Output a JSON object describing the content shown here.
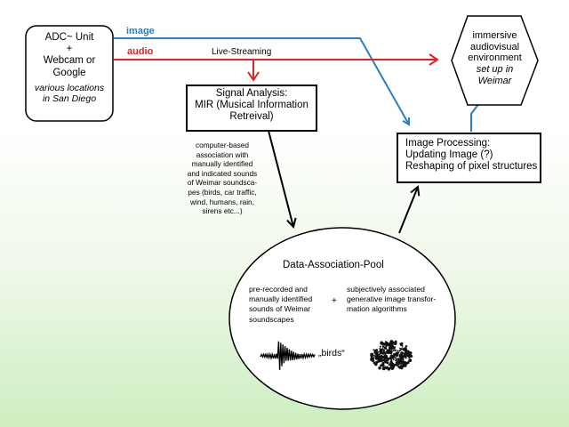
{
  "source": {
    "lines": [
      "ADC~ Unit",
      "+",
      "Webcam or",
      "Google"
    ],
    "locations": [
      "various locations",
      "in San Diego"
    ]
  },
  "channels": {
    "image": "image",
    "audio": "audio",
    "streaming": "Live-Streaming",
    "image_color": "#2a7fc0",
    "audio_color": "#e02424"
  },
  "signal_analysis": {
    "lines": [
      "Signal Analysis:",
      "MIR (Musical Information",
      "Retreival)"
    ]
  },
  "environment": {
    "lines": [
      "immersive",
      "audiovisual",
      "environment"
    ],
    "italic": [
      "set up in",
      "Weimar"
    ]
  },
  "image_processing": {
    "lines": [
      "Image Processing:",
      "Updating Image (?)",
      "Reshaping of pixel structures"
    ]
  },
  "association_note": {
    "lines": [
      "computer-based",
      "association with",
      "manually identified",
      "and indicated sounds",
      "of Weimar soundsca-",
      "pes (birds, car traffic,",
      "wind, humans, rain,",
      "sirens etc...)"
    ]
  },
  "pool": {
    "title": "Data-Association-Pool",
    "left_lines": [
      "pre-recorded and",
      "manually identified",
      "sounds of Weimar",
      "soundscapes"
    ],
    "plus": "+",
    "right_lines": [
      "subjectively associated",
      "generative image transfor-",
      "mation algorithms"
    ],
    "example_label": "„birds“",
    "waveform_icon": "waveform-icon",
    "particle_icon": "particle-cloud-icon"
  }
}
